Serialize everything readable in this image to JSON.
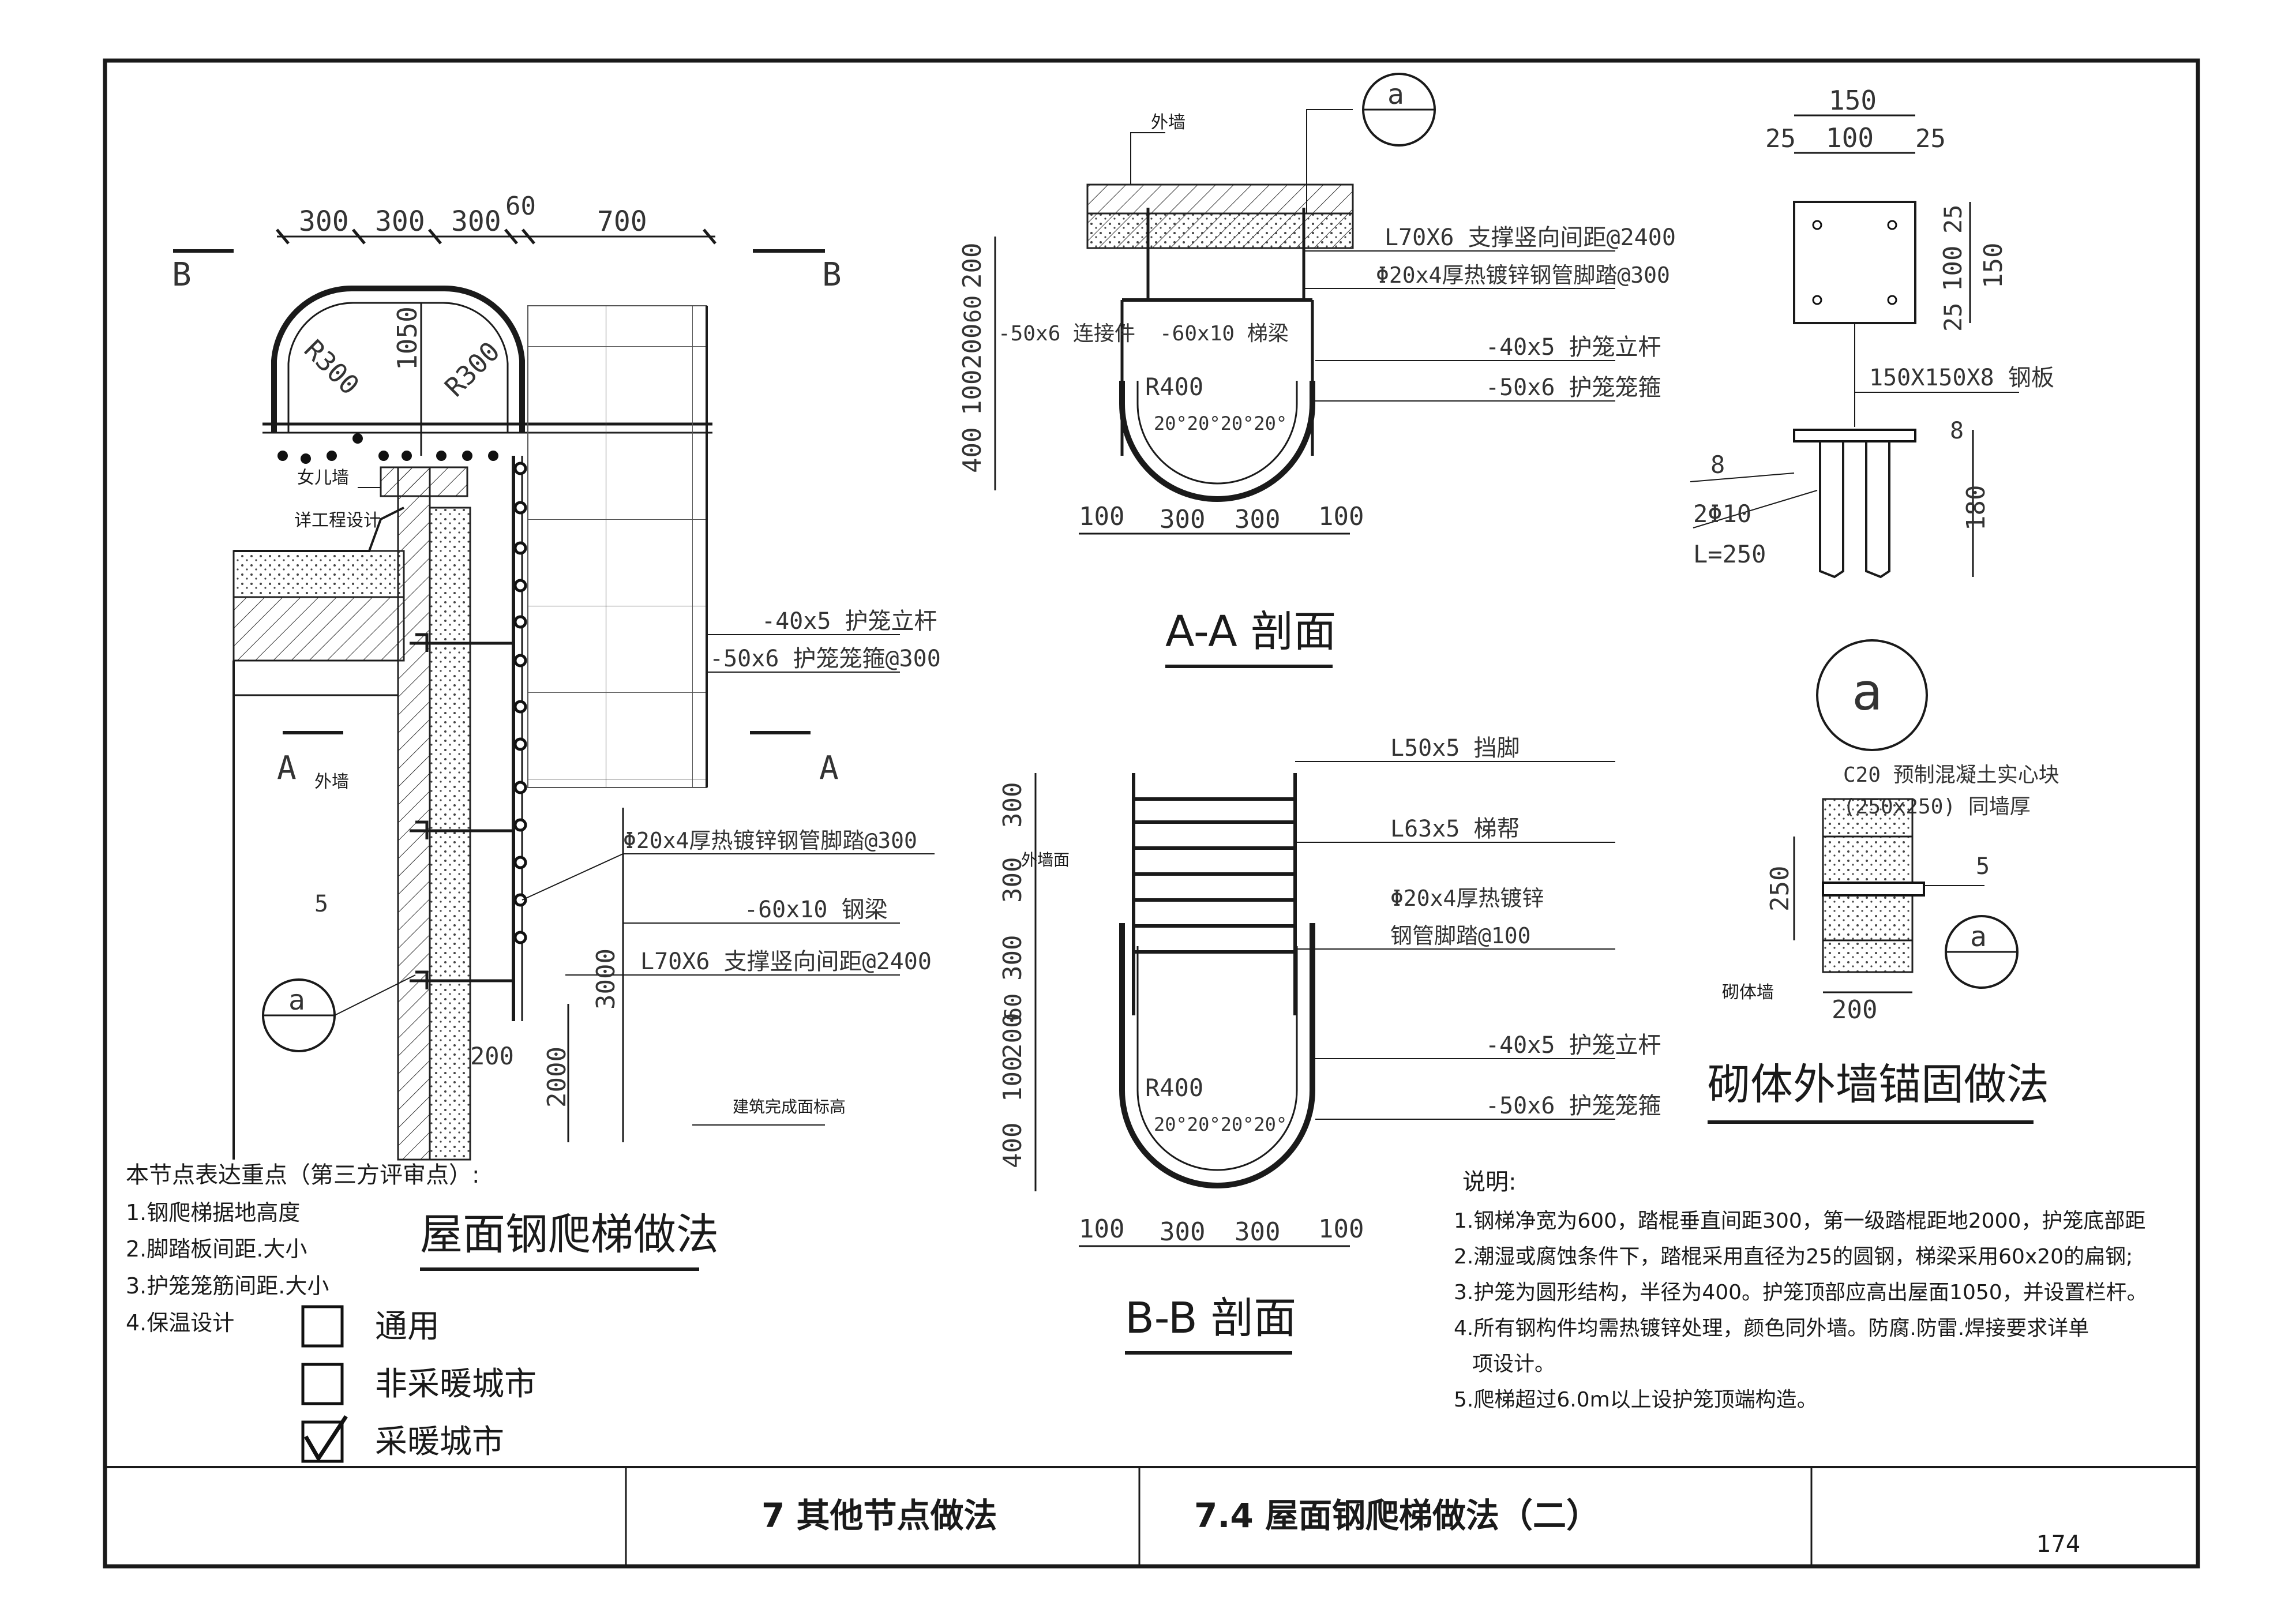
{
  "views": {
    "elevation": {
      "title": "屋面钢爬梯做法",
      "section_mark": "B",
      "section_mark_a": "A",
      "dims_top": [
        "300",
        "300",
        "300",
        "60",
        "700"
      ],
      "radius_left": "R300",
      "radius_right": "R300",
      "guard_height": "1050",
      "labels": {
        "parapet": "女儿墙",
        "detail_by_project": "详工程设计",
        "guard_post": "-40x5 护笼立杆",
        "guard_hoop": "-50x6 护笼笼箍@300",
        "outer_wall": "外墙",
        "rung": "Φ20x4厚热镀锌钢管脚踏@300",
        "beam": "-60x10 钢梁",
        "support": "L70X6 支撑竖向间距@2400",
        "weld": "5",
        "finished_level": "建筑完成面标高"
      },
      "dims_side": [
        "3000",
        "2000",
        "200"
      ],
      "detail_ref": "a"
    },
    "section_aa": {
      "title": "A-A 剖面",
      "detail_ref": "a",
      "labels": {
        "outer_wall": "外墙",
        "support": "L70X6 支撑竖向间距@2400",
        "rung": "Φ20x4厚热镀锌钢管脚踏@300",
        "connector": "-50x6 连接件",
        "beam": "-60x10 梯梁",
        "guard_post": "-40x5 护笼立杆",
        "guard_hoop": "-50x6 护笼笼箍"
      },
      "radius": "R400",
      "angles": "20°20°20°20°",
      "dims_left": [
        "200",
        "60",
        "200",
        "100",
        "400"
      ],
      "dims_bottom": [
        "100",
        "300",
        "300",
        "100"
      ]
    },
    "section_bb": {
      "title": "B-B 剖面",
      "labels": {
        "stop": "L50x5 挡脚",
        "stringer": "L63x5 梯帮",
        "rung_1": "Φ20x4厚热镀锌",
        "rung_2": "钢管脚踏@100",
        "outer_wall_face": "外墙面",
        "guard_post": "-40x5 护笼立杆",
        "guard_hoop": "-50x6 护笼笼箍"
      },
      "radius": "R400",
      "angles": "20°20°20°20°",
      "dims_left": [
        "300",
        "300",
        "300",
        "60",
        "200",
        "100",
        "400"
      ],
      "dims_bottom": [
        "100",
        "300",
        "300",
        "100"
      ]
    },
    "plate_detail": {
      "dims_top": [
        "150",
        "25",
        "100",
        "25"
      ],
      "dims_right": [
        "25",
        "100",
        "25",
        "150"
      ],
      "plate": "150X150X8 钢板",
      "weld": "8",
      "anchor_1": "2Φ10",
      "anchor_2": "L=250",
      "dims_lower": [
        "8",
        "180"
      ]
    },
    "masonry_detail": {
      "title": "砌体外墙锚固做法",
      "detail_ref": "a",
      "block_1": "C20 预制混凝土实心块",
      "block_2": "(250x250) 同墙厚",
      "weld": "5",
      "wall": "砌体墙",
      "dim_h": "250",
      "dim_w": "200"
    }
  },
  "review_notes": {
    "heading": "本节点表达重点（第三方评审点）:",
    "items": [
      "1.钢爬梯据地高度",
      "2.脚踏板间距.大小",
      "3.护笼笼筋间距.大小",
      "4.保温设计"
    ]
  },
  "checkboxes": [
    {
      "label": "通用",
      "checked": false
    },
    {
      "label": "非采暖城市",
      "checked": false
    },
    {
      "label": "采暖城市",
      "checked": true
    }
  ],
  "notes": {
    "heading": "说明:",
    "items": [
      "1.钢梯净宽为600，踏棍垂直间距300，第一级踏棍距地2000，护笼底部距",
      "2.潮湿或腐蚀条件下，踏棍采用直径为25的圆钢，梯梁采用60x20的扁钢;",
      "3.护笼为圆形结构，半径为400。护笼顶部应高出屋面1050，并设置栏杆。",
      "4.所有钢构件均需热镀锌处理，颜色同外墙。防腐.防雷.焊接要求详单",
      "项设计。",
      "5.爬梯超过6.0m以上设护笼顶端构造。"
    ]
  },
  "title_block": {
    "chapter": "7  其他节点做法",
    "sheet_title": "7.4  屋面钢爬梯做法（二）",
    "page": "174"
  }
}
